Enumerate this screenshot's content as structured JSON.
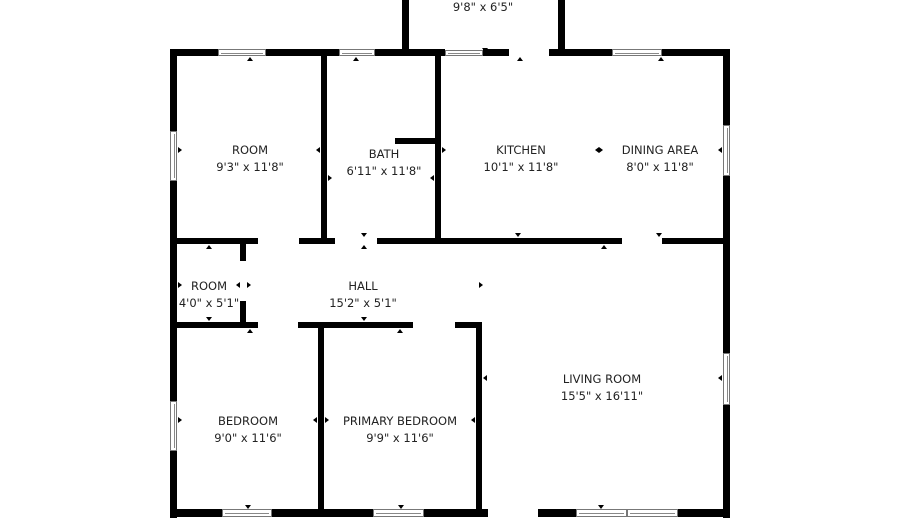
{
  "floorplan": {
    "colors": {
      "wall": "#000000",
      "background": "#ffffff",
      "text": "#222222"
    },
    "rooms": {
      "porch": {
        "name": "",
        "dim": "9'8\" x 6'5\""
      },
      "room_top": {
        "name": "ROOM",
        "dim": "9'3\" x 11'8\""
      },
      "bath": {
        "name": "BATH",
        "dim": "6'11\" x 11'8\""
      },
      "kitchen": {
        "name": "KITCHEN",
        "dim": "10'1\" x 11'8\""
      },
      "dining": {
        "name": "DINING AREA",
        "dim": "8'0\" x 11'8\""
      },
      "room_small": {
        "name": "ROOM",
        "dim": "4'0\" x 5'1\""
      },
      "hall": {
        "name": "HALL",
        "dim": "15'2\" x 5'1\""
      },
      "living": {
        "name": "LIVING ROOM",
        "dim": "15'5\" x 16'11\""
      },
      "bedroom": {
        "name": "BEDROOM",
        "dim": "9'0\" x 11'6\""
      },
      "primary_bedroom": {
        "name": "PRIMARY BEDROOM",
        "dim": "9'9\" x 11'6\""
      }
    }
  }
}
